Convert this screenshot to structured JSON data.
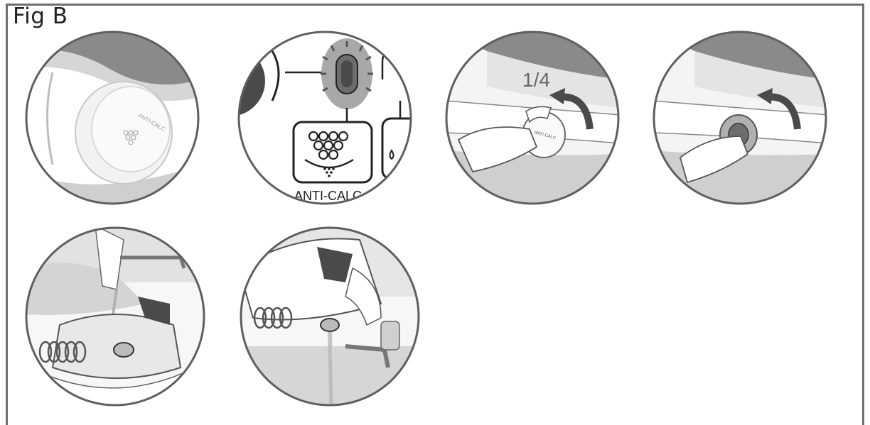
{
  "figure": {
    "label": "Fig B"
  },
  "panels": [
    {
      "id": "step1",
      "description_label": "ANTI-CALC",
      "knob_text": "ANTI-CALC"
    },
    {
      "id": "step2",
      "button_label": "ANTI-CALC"
    },
    {
      "id": "step3",
      "rotation_text": "1/4",
      "knob_text": "ANTI-CALC"
    },
    {
      "id": "step4"
    },
    {
      "id": "step5"
    },
    {
      "id": "step6"
    }
  ],
  "colors": {
    "frame": "#6e6e6e",
    "circle_border": "#5f5f5f",
    "light_gray": "#e6e6e6",
    "mid_gray": "#bdbdbd",
    "dark_gray": "#4a4a4a"
  },
  "icons": [
    "anti-calc-icon",
    "rotate-arrow-icon",
    "drop-icon"
  ]
}
